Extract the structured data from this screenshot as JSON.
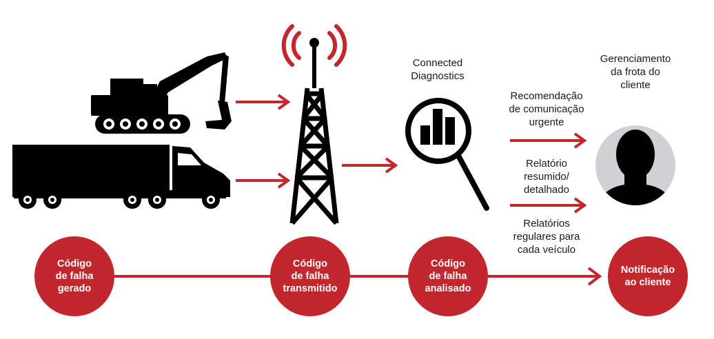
{
  "colors": {
    "accent": "#c1272d",
    "dark": "#000000",
    "avatar_bg": "#d1d1d3"
  },
  "icons": [
    "excavator-icon",
    "truck-icon",
    "signal-tower-icon",
    "magnifier-chart-icon",
    "user-avatar-icon"
  ],
  "labels": {
    "connected_diagnostics": "Connected\nDiagnostics",
    "fleet_management": "Gerenciamento\nda frota do\ncliente",
    "urgent_recommendation": "Recomendação\nde comunicação\nurgente",
    "summary_report": "Relatório\nresumido/\ndetalhado",
    "regular_reports": "Relatórios\nregulares para\ncada veículo"
  },
  "steps": [
    {
      "label": "Código\nde falha\ngerado"
    },
    {
      "label": "Código\nde falha\ntransmitido"
    },
    {
      "label": "Código\nde falha\nanalisado"
    },
    {
      "label": "Notificação\nao cliente"
    }
  ]
}
